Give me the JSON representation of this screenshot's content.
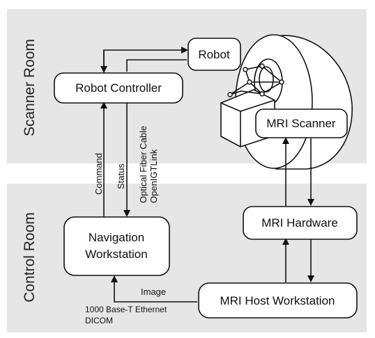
{
  "colors": {
    "room_background": "#e6e6e6",
    "box_fill": "#ffffff",
    "stroke": "#111111"
  },
  "rooms": {
    "scanner": "Scanner Room",
    "control": "Control Room"
  },
  "boxes": {
    "robot": "Robot",
    "robot_controller": "Robot Controller",
    "mri_scanner": "MRI Scanner",
    "navigation_line1": "Navigation",
    "navigation_line2": "Workstation",
    "mri_hardware": "MRI Hardware",
    "mri_host": "MRI Host Workstation"
  },
  "labels": {
    "command": "Command",
    "status": "Status",
    "fiber_line1": "Optical Fiber Cable",
    "fiber_line2": "OpenIGTLink",
    "image": "Image",
    "ethernet_line1": "1000 Base-T Ethernet",
    "ethernet_line2": "DICOM"
  }
}
